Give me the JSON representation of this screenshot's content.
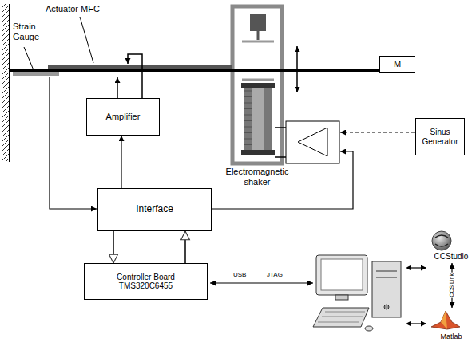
{
  "diagram": {
    "nodes": [
      {
        "text": [
          "Amplifier"
        ]
      },
      {
        "text": [
          "Interface"
        ]
      },
      {
        "text": [
          "Controller Board TMS320C6455"
        ]
      },
      {
        "text": [
          "Sinus Generator"
        ]
      },
      {
        "text": [
          "M"
        ]
      },
      {
        "text": [
          "CCStudio"
        ]
      },
      {
        "text": [
          "Matlab"
        ]
      }
    ],
    "edges": [
      {
        "from": 1,
        "to": 0,
        "arrow": "to"
      },
      {
        "from": 1,
        "to": 2,
        "arrow": "to"
      },
      {
        "from": 2,
        "to": 1,
        "arrow": "to"
      },
      {
        "from": 5,
        "to": 6,
        "label": "CCS Link",
        "arrow": "both"
      }
    ],
    "labels": [
      "Actuator MFC",
      "Strain Gauge",
      "Electromagnetic shaker",
      "USB",
      "JTAG"
    ]
  }
}
